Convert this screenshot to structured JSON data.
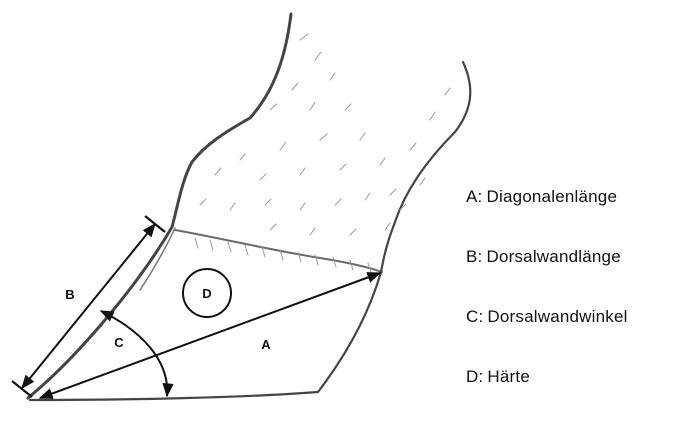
{
  "diagram": {
    "labels": {
      "a": "A",
      "b": "B",
      "c": "C",
      "d": "D"
    }
  },
  "legend": [
    {
      "key": "A",
      "text": "Diagonalenlänge"
    },
    {
      "key": "B",
      "text": "Dorsalwandlänge"
    },
    {
      "key": "C",
      "text": "Dorsalwandwinkel"
    },
    {
      "key": "D",
      "text": "Härte"
    }
  ],
  "colors": {
    "ink": "#111111",
    "sketch": "#444444",
    "hair": "#9a9a9a"
  }
}
